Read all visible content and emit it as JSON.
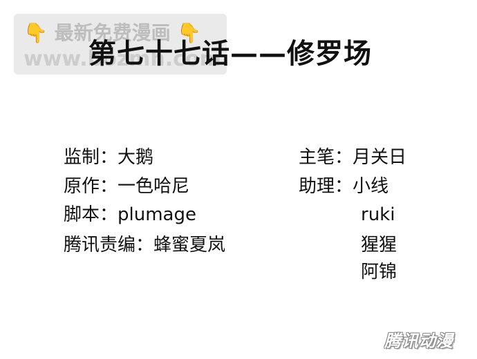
{
  "title": "第七十七话——修罗场",
  "watermark": {
    "line1": "最新免费漫画",
    "line2": "www.bozmh.com",
    "hand_icon": "pointing-down-hand-icon",
    "hand_glyph": "👇"
  },
  "credits_left": [
    {
      "label": "监制：",
      "value": "大鹅"
    },
    {
      "label": "原作：",
      "value": "一色哈尼"
    },
    {
      "label": "脚本：",
      "value": "plumage"
    },
    {
      "label": "腾讯责编：",
      "value": "蜂蜜夏岚"
    }
  ],
  "credits_right": [
    {
      "label": "主笔：",
      "value": "月关日"
    },
    {
      "label": "助理：",
      "value": "小线"
    },
    {
      "label": "",
      "value": "ruki"
    },
    {
      "label": "",
      "value": "猩猩"
    },
    {
      "label": "",
      "value": "阿锦"
    }
  ],
  "logo_text": "腾讯动漫"
}
